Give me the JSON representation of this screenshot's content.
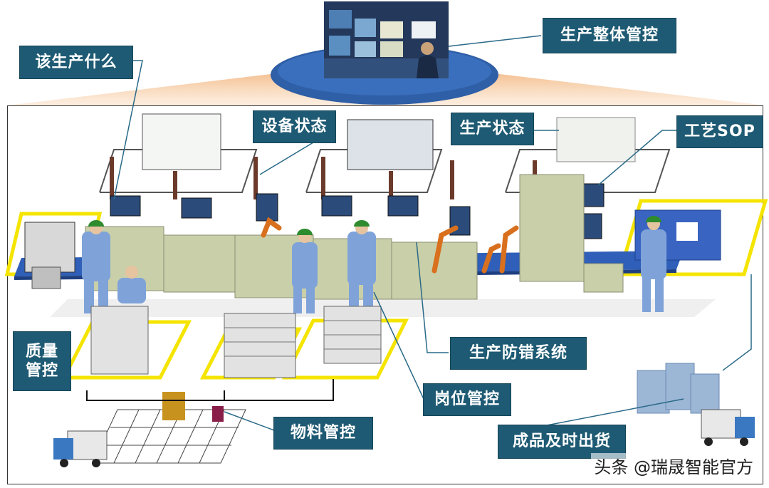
{
  "labels": {
    "overall": "生产整体管控",
    "what_to_produce": "该生产什么",
    "equipment_status": "设备状态",
    "production_status": "生产状态",
    "process_sop": "工艺SOP",
    "quality_line1": "质量",
    "quality_line2": "管控",
    "error_proofing": "生产防错系统",
    "post_control": "岗位管控",
    "material_control": "物料管控",
    "finished_goods": "成品及时出货"
  },
  "watermark": "头条 @瑞晟智能官方",
  "colors": {
    "label_bg": "#1e5a73",
    "zone_yellow": "#f5e400",
    "conveyor_blue": "#2f5fb8",
    "machine_green": "#c9cfa8",
    "worker_blue": "#7fa3d9",
    "robot_orange": "#d9701e",
    "cap_green": "#2e8b2e",
    "fan_orange": "#f2b27a"
  }
}
